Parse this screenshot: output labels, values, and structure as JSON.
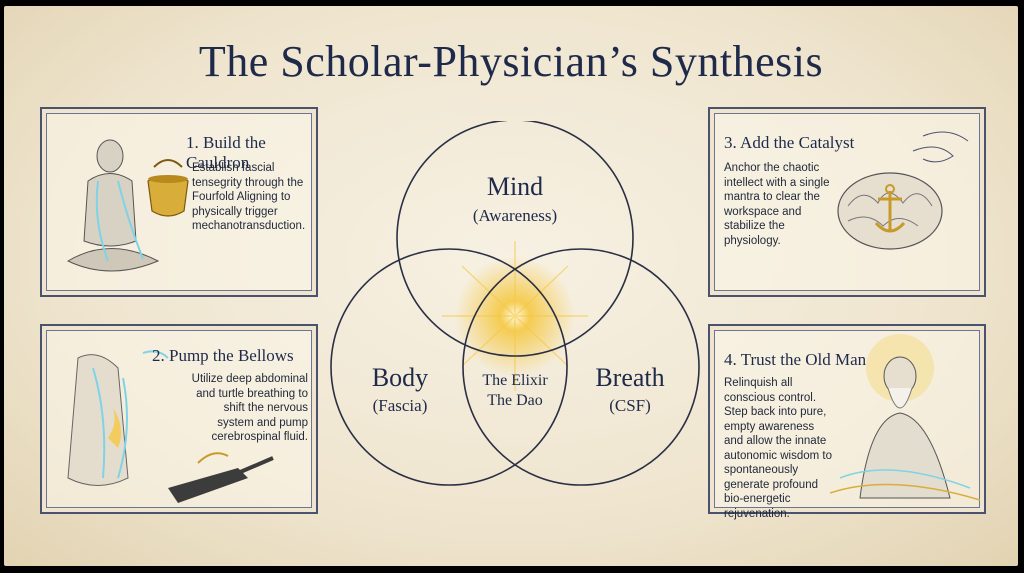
{
  "title": "The Scholar-Physician’s Synthesis",
  "panels": [
    {
      "title": "1. Build the Cauldron",
      "text": "Establish fascial tensegrity through the Fourfold Aligning to physically trigger mechanotransduction."
    },
    {
      "title": "2. Pump the Bellows",
      "text": "Utilize deep abdominal and turtle breathing to shift the nervous system and pump cerebrospinal fluid."
    },
    {
      "title": "3. Add the Catalyst",
      "text": "Anchor the chaotic intellect with a single mantra to clear the workspace and stabilize the physiology."
    },
    {
      "title": "4. Trust the Old Man",
      "text": "Relinquish all conscious control. Step back into pure, empty awareness and allow the innate autonomic wisdom to spontaneously generate profound bio-energetic rejuvenation."
    }
  ],
  "venn": {
    "mind": {
      "name": "Mind",
      "sub": "(Awareness)"
    },
    "body": {
      "name": "Body",
      "sub": "(Fascia)"
    },
    "breath": {
      "name": "Breath",
      "sub": "(CSF)"
    },
    "center": {
      "line1": "The Elixir",
      "line2": "The Dao"
    }
  },
  "colors": {
    "ink": "#1f2a4a",
    "paper": "#efe5cf",
    "glow": "#f5c842",
    "energy": "#7fd3e6"
  }
}
